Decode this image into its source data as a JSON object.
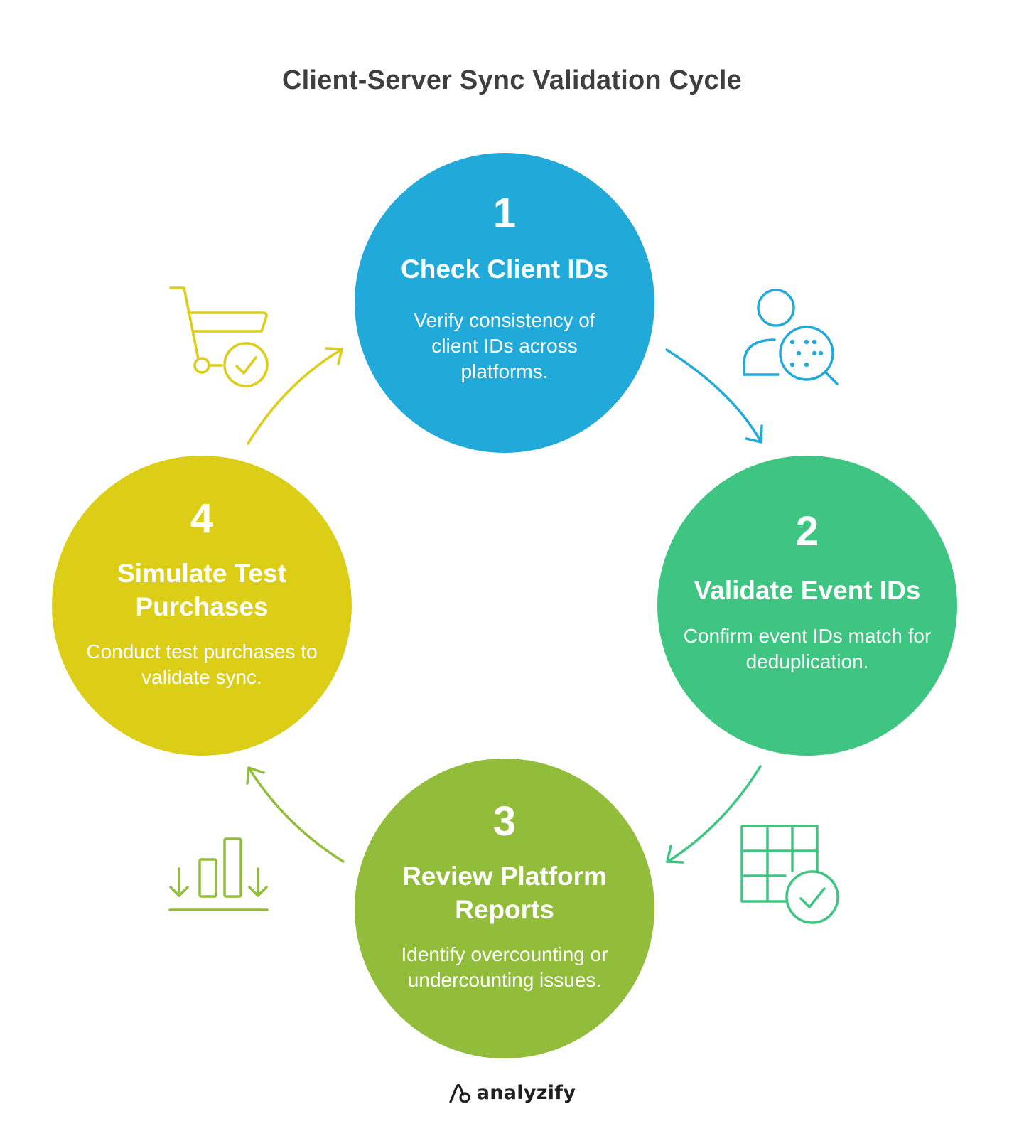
{
  "title": "Client-Server Sync Validation Cycle",
  "colors": {
    "step1": "#20a9d9",
    "step2": "#3ec581",
    "step3": "#92bd3a",
    "step4": "#dccd16",
    "title": "#3f3f3f"
  },
  "steps": [
    {
      "number": "1",
      "title": "Check Client IDs",
      "description": "Verify consistency of client IDs across platforms.",
      "icon": "user-search-icon",
      "color": "#20a9d9"
    },
    {
      "number": "2",
      "title": "Validate Event IDs",
      "description": "Confirm event IDs match for deduplication.",
      "icon": "table-check-icon",
      "color": "#3ec581"
    },
    {
      "number": "3",
      "title": "Review Platform Reports",
      "description": "Identify overcounting or undercounting issues.",
      "icon": "bar-chart-down-icon",
      "color": "#92bd3a"
    },
    {
      "number": "4",
      "title": "Simulate Test Purchases",
      "description": "Conduct test purchases to validate sync.",
      "icon": "cart-check-icon",
      "color": "#dccd16"
    }
  ],
  "footer": {
    "brand": "analyzify"
  }
}
